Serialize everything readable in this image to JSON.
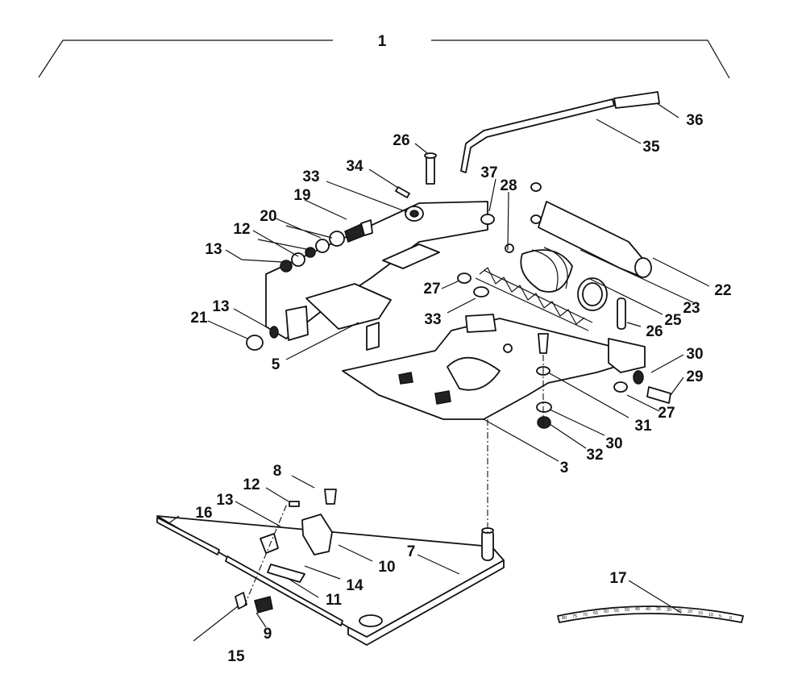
{
  "diagram": {
    "callouts": [
      "1",
      "36",
      "35",
      "26",
      "34",
      "37",
      "28",
      "33",
      "19",
      "20",
      "12",
      "13",
      "22",
      "27",
      "23",
      "33",
      "25",
      "26",
      "13",
      "21",
      "5",
      "30",
      "29",
      "31",
      "27",
      "30",
      "32",
      "3",
      "8",
      "12",
      "13",
      "16",
      "7",
      "10",
      "14",
      "11",
      "17",
      "9",
      "15"
    ],
    "scale_labels": [
      "80",
      "75",
      "70",
      "65",
      "60",
      "55",
      "50",
      "45",
      "40",
      "35",
      "30",
      "25",
      "20",
      "15",
      "10",
      "5",
      "0"
    ]
  }
}
